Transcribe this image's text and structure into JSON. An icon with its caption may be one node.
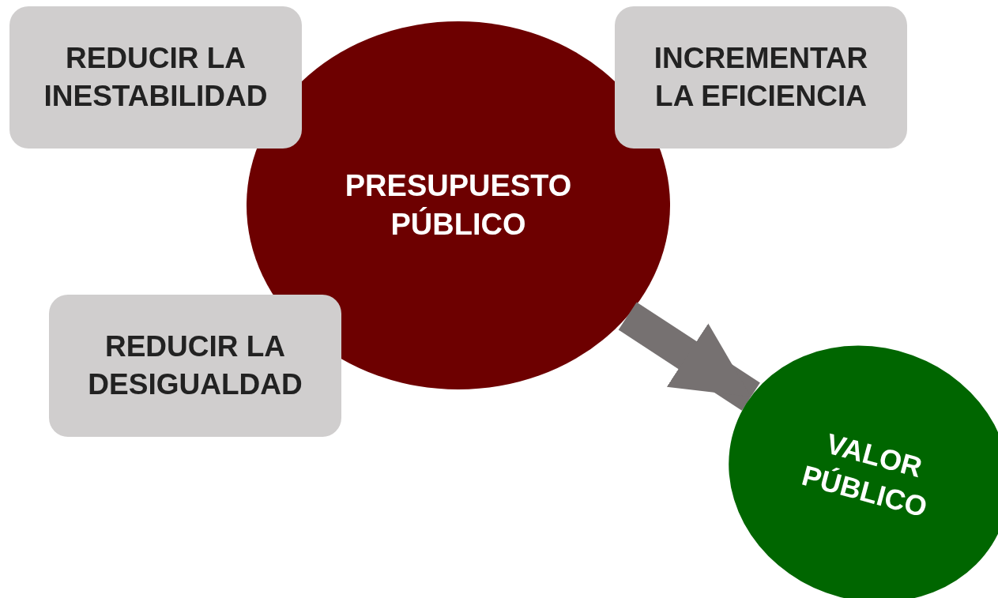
{
  "diagram": {
    "nodes": [
      {
        "text": [
          "REDUCIR LA INESTABILIDAD"
        ]
      },
      {
        "text": [
          "INCREMENTAR LA EFICIENCIA"
        ]
      },
      {
        "text": [
          "PRESUPUESTO PÚBLICO"
        ]
      },
      {
        "text": [
          "REDUCIR LA DESIGUALDAD"
        ]
      },
      {
        "text": [
          "VALOR PÚBLICO"
        ]
      }
    ],
    "edges": [
      {
        "from": 2,
        "to": 4,
        "arrow": "to",
        "color": "#767171"
      }
    ]
  }
}
